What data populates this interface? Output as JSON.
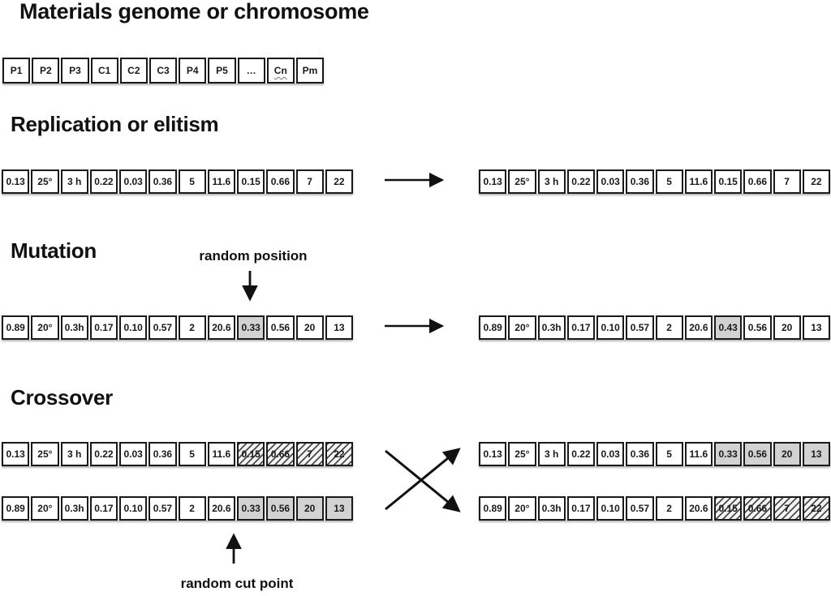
{
  "colors": {
    "background": "#ffffff",
    "ink": "#1a1a1a",
    "gray_fill": "#d2d2d2",
    "hatch_line": "#4a4a4a"
  },
  "genome": {
    "title": "Materials genome or chromosome",
    "row": {
      "cells": [
        "P1",
        "P2",
        "P3",
        "C1",
        "C2",
        "C3",
        "P4",
        "P5",
        "…",
        "Cn",
        "Pm"
      ],
      "marks": [
        "p",
        "p",
        "p",
        "p",
        "p",
        "p",
        "p",
        "p",
        "p",
        "w",
        "p"
      ]
    }
  },
  "replication": {
    "title": "Replication or elitism",
    "parent": {
      "cells": [
        "0.13",
        "25°",
        "3 h",
        "0.22",
        "0.03",
        "0.36",
        "5",
        "11.6",
        "0.15",
        "0.66",
        "7",
        "22"
      ],
      "marks": [
        "p",
        "p",
        "p",
        "p",
        "p",
        "p",
        "p",
        "p",
        "p",
        "p",
        "p",
        "p"
      ]
    },
    "result": {
      "cells": [
        "0.13",
        "25°",
        "3 h",
        "0.22",
        "0.03",
        "0.36",
        "5",
        "11.6",
        "0.15",
        "0.66",
        "7",
        "22"
      ],
      "marks": [
        "p",
        "p",
        "p",
        "p",
        "p",
        "p",
        "p",
        "p",
        "p",
        "p",
        "p",
        "p"
      ]
    }
  },
  "mutation": {
    "title": "Mutation",
    "annotation": "random position",
    "mutated_index": 8,
    "parent": {
      "cells": [
        "0.89",
        "20°",
        "0.3h",
        "0.17",
        "0.10",
        "0.57",
        "2",
        "20.6",
        "0.33",
        "0.56",
        "20",
        "13"
      ],
      "marks": [
        "p",
        "p",
        "p",
        "p",
        "p",
        "p",
        "p",
        "p",
        "g",
        "p",
        "p",
        "p"
      ]
    },
    "result": {
      "cells": [
        "0.89",
        "20°",
        "0.3h",
        "0.17",
        "0.10",
        "0.57",
        "2",
        "20.6",
        "0.43",
        "0.56",
        "20",
        "13"
      ],
      "marks": [
        "p",
        "p",
        "p",
        "p",
        "p",
        "p",
        "p",
        "p",
        "g",
        "p",
        "p",
        "p"
      ]
    }
  },
  "crossover": {
    "title": "Crossover",
    "annotation": "random cut point",
    "cut_index": 8,
    "parent1": {
      "cells": [
        "0.13",
        "25°",
        "3 h",
        "0.22",
        "0.03",
        "0.36",
        "5",
        "11.6",
        "0.15",
        "0.66",
        "7",
        "22"
      ],
      "marks": [
        "p",
        "p",
        "p",
        "p",
        "p",
        "p",
        "p",
        "p",
        "h",
        "h",
        "h",
        "h"
      ]
    },
    "parent2": {
      "cells": [
        "0.89",
        "20°",
        "0.3h",
        "0.17",
        "0.10",
        "0.57",
        "2",
        "20.6",
        "0.33",
        "0.56",
        "20",
        "13"
      ],
      "marks": [
        "p",
        "p",
        "p",
        "p",
        "p",
        "p",
        "p",
        "p",
        "g",
        "g",
        "g",
        "g"
      ]
    },
    "offspring1": {
      "cells": [
        "0.13",
        "25°",
        "3 h",
        "0.22",
        "0.03",
        "0.36",
        "5",
        "11.6",
        "0.33",
        "0.56",
        "20",
        "13"
      ],
      "marks": [
        "p",
        "p",
        "p",
        "p",
        "p",
        "p",
        "p",
        "p",
        "g",
        "g",
        "g",
        "g"
      ]
    },
    "offspring2": {
      "cells": [
        "0.89",
        "20°",
        "0.3h",
        "0.17",
        "0.10",
        "0.57",
        "2",
        "20.6",
        "0.15",
        "0.66",
        "7",
        "22"
      ],
      "marks": [
        "p",
        "p",
        "p",
        "p",
        "p",
        "p",
        "p",
        "p",
        "h",
        "h",
        "h",
        "h"
      ]
    }
  }
}
